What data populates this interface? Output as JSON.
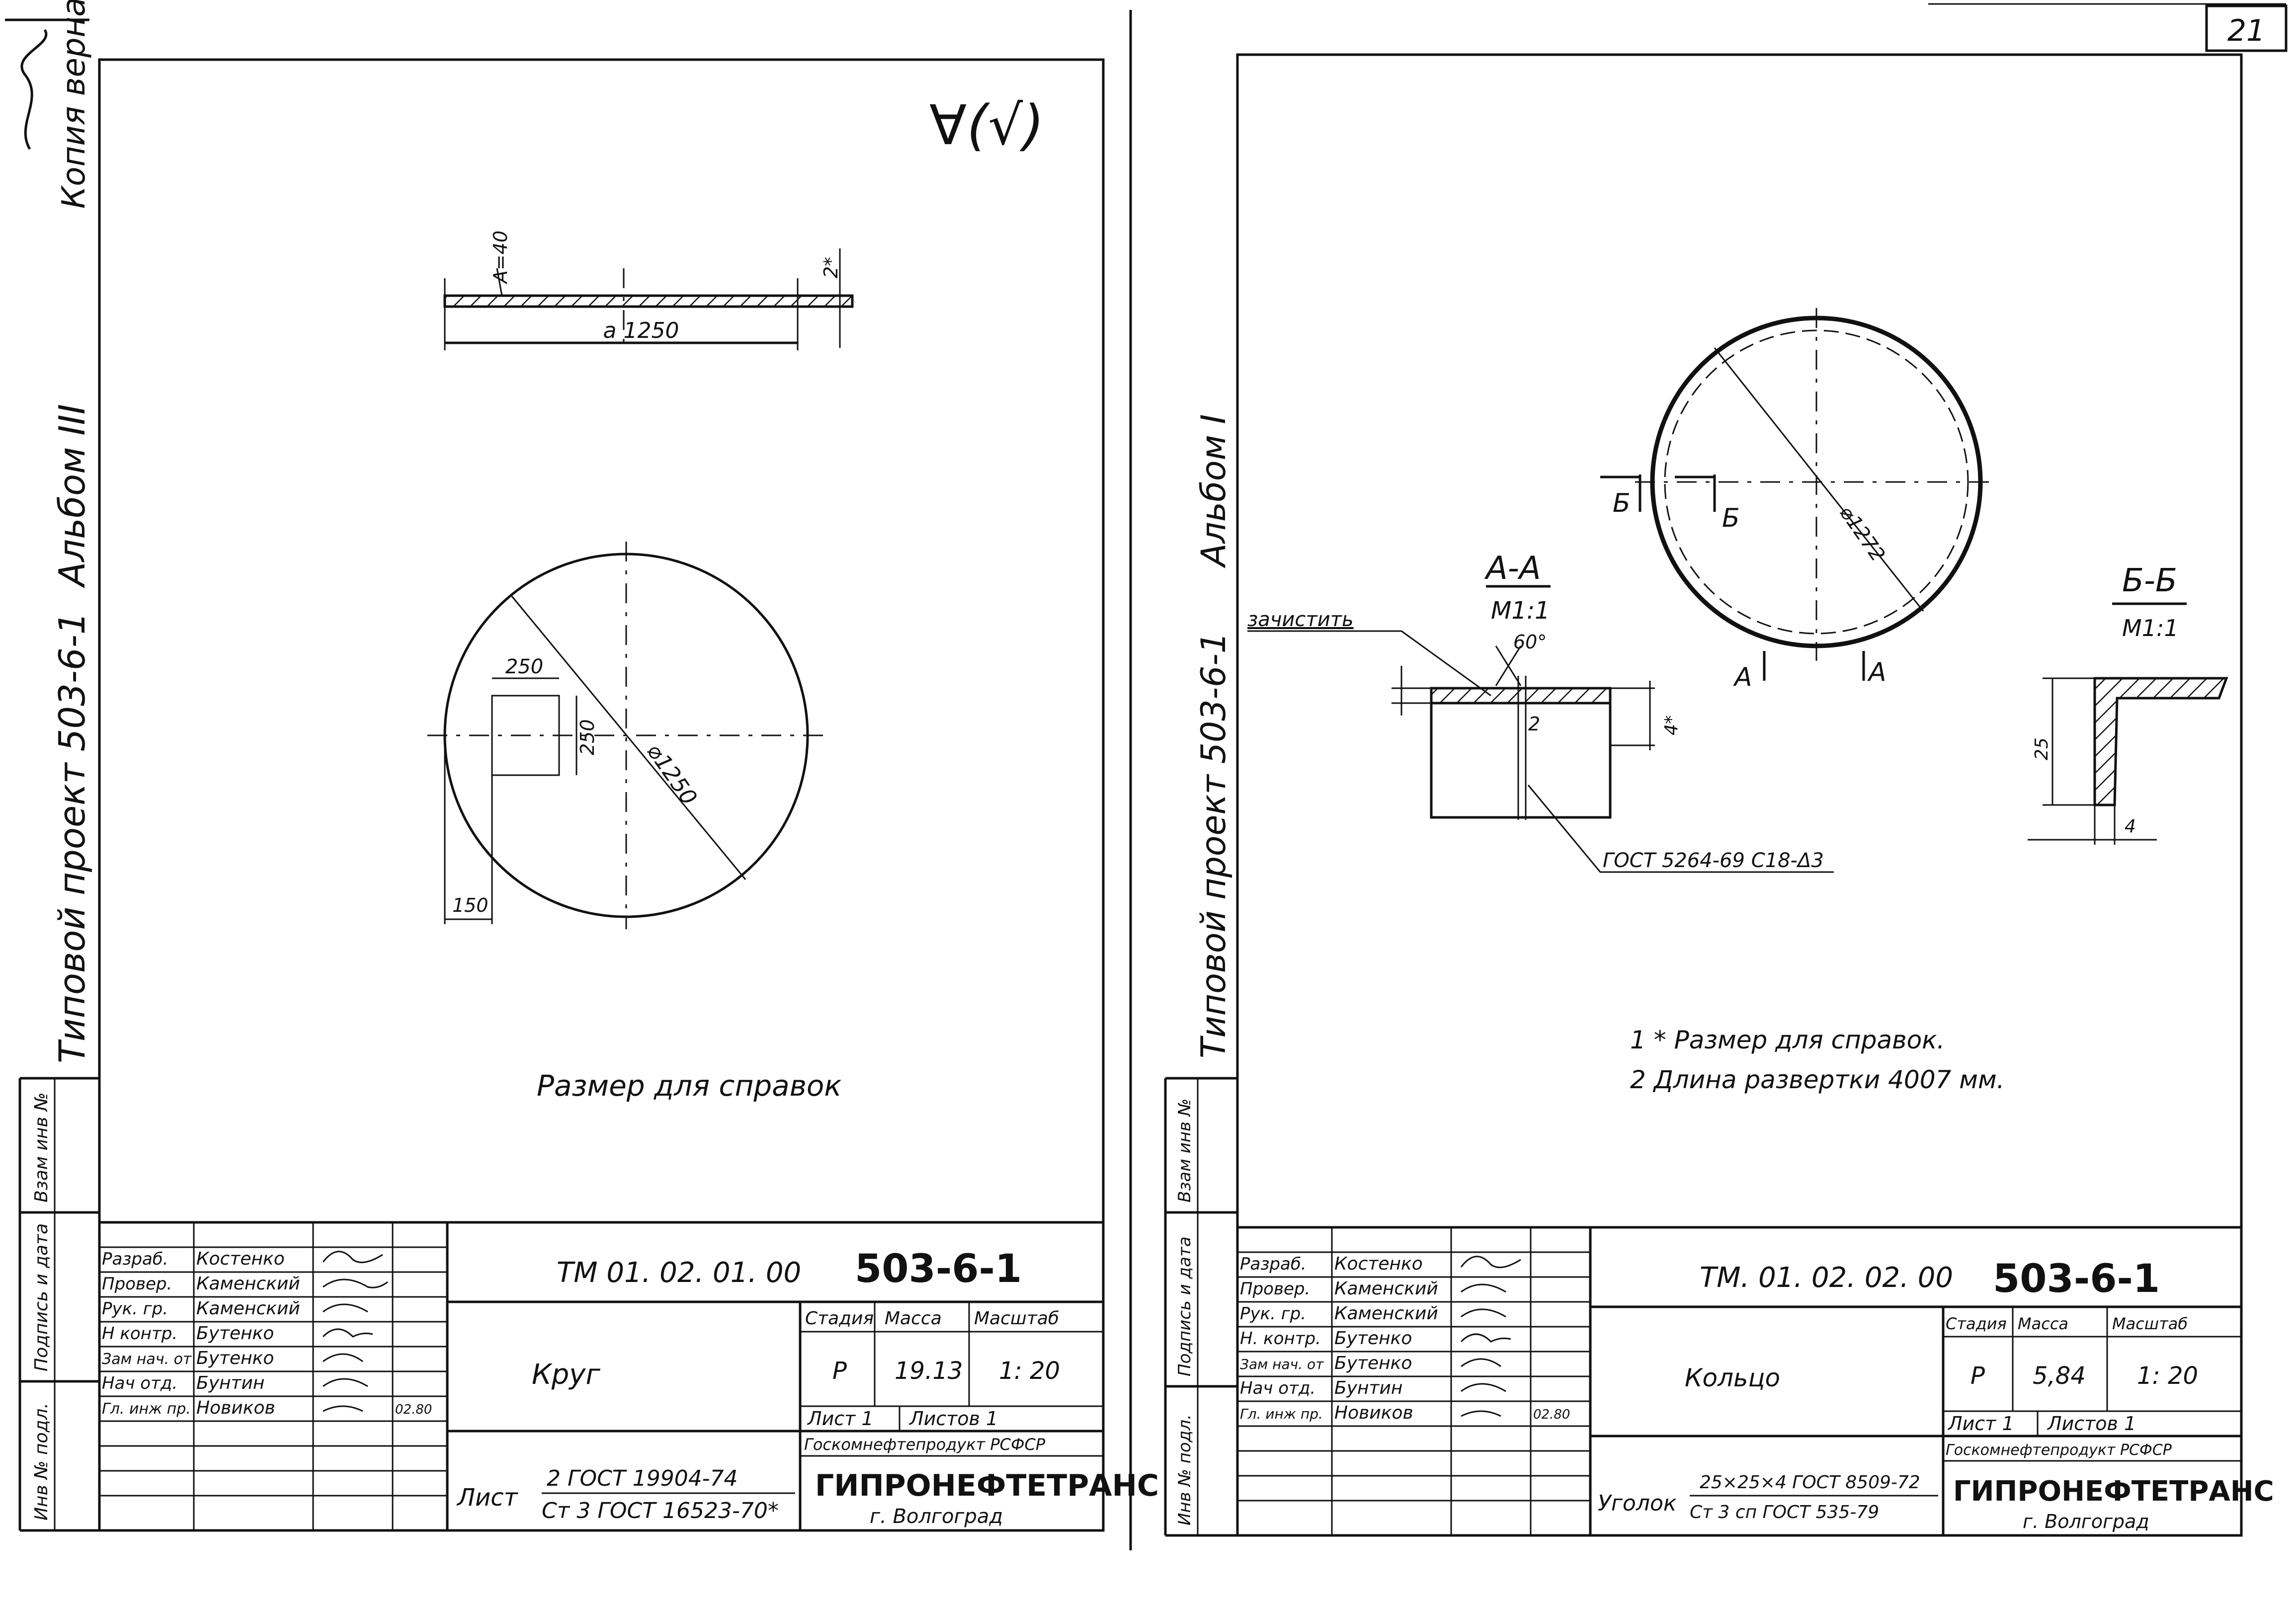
{
  "page_number": "21",
  "left_sheet": {
    "side": {
      "copy_label": "Копия верна",
      "album": "Альбом III",
      "project": "Типовой проект 503-6-1",
      "stamp_cells": [
        "Инв № подл.",
        "Подпись и дата",
        "Взам инв №"
      ]
    },
    "roughness_mark": "∀(√)",
    "dims": {
      "chamfer": "A=40",
      "thickness": "2*",
      "length": "a 1250",
      "square_w": "250",
      "square_h": "250",
      "diameter": "⌀1250",
      "offset": "150"
    },
    "note": "Размер для справок",
    "title_block": {
      "roles": [
        "Разраб.",
        "Провер.",
        "Рук. гр.",
        "Н контр.",
        "Зам нач. от",
        "Нач отд.",
        "Гл. инж пр."
      ],
      "names": [
        "Костенко",
        "Каменский",
        "Каменский",
        "Бутенко",
        "Бутенко",
        "Бунтин",
        "Новиков"
      ],
      "dates": [
        "",
        "",
        "",
        "",
        "",
        "",
        "02.80"
      ],
      "doc_code": "ТМ 01. 02. 01. 00",
      "project_code": "503-6-1",
      "part_name": "Круг",
      "stage_header": "Стадия",
      "mass_header": "Масса",
      "scale_header": "Масштаб",
      "stage": "Р",
      "mass": "19.13",
      "scale": "1: 20",
      "sheet_label": "Лист 1",
      "sheets_label": "Листов 1",
      "material_type": "Лист",
      "material_line1": "2 ГОСТ 19904-74",
      "material_line2": "Ст 3 ГОСТ 16523-70*",
      "org_line1": "Госкомнефтепродукт РСФСР",
      "org_name": "ГИПРОНЕФТЕТРАНС",
      "org_city": "г. Волгоград"
    }
  },
  "right_sheet": {
    "side": {
      "album": "Альбом I",
      "project": "Типовой проект 503-6-1",
      "stamp_cells": [
        "Инв № подл.",
        "Подпись и дата",
        "Взам инв №"
      ]
    },
    "section_bb_marks": [
      "Б",
      "Б"
    ],
    "section_aa_marks": [
      "А",
      "А"
    ],
    "ring_diameter": "⌀1272",
    "section_aa_title": "А-А",
    "section_aa_scale": "М1:1",
    "clean_label": "зачистить",
    "angle": "60°",
    "gap": "2",
    "depth": "4*",
    "weld_standard": "ГОСТ 5264-69 С18-Δ3",
    "section_bb_title": "Б-Б",
    "section_bb_scale": "М1:1",
    "angle_height": "25",
    "angle_thickness": "4",
    "notes": [
      "1 * Размер для справок.",
      "2 Длина развертки 4007 мм."
    ],
    "title_block": {
      "roles": [
        "Разраб.",
        "Провер.",
        "Рук. гр.",
        "Н. контр.",
        "Зам нач. от",
        "Нач отд.",
        "Гл. инж пр."
      ],
      "names": [
        "Костенко",
        "Каменский",
        "Каменский",
        "Бутенко",
        "Бутенко",
        "Бунтин",
        "Новиков"
      ],
      "dates": [
        "",
        "",
        "",
        "",
        "",
        "",
        "02.80"
      ],
      "doc_code": "ТМ. 01. 02. 02. 00",
      "project_code": "503-6-1",
      "part_name": "Кольцо",
      "stage_header": "Стадия",
      "mass_header": "Масса",
      "scale_header": "Масштаб",
      "stage": "Р",
      "mass": "5,84",
      "scale": "1: 20",
      "sheet_label": "Лист 1",
      "sheets_label": "Листов 1",
      "material_type": "Уголок",
      "material_line1": "25×25×4 ГОСТ 8509-72",
      "material_line2": "Ст 3 сп ГОСТ 535-79",
      "org_line1": "Госкомнефтепродукт РСФСР",
      "org_name": "ГИПРОНЕФТЕТРАНС",
      "org_city": "г. Волгоград"
    }
  }
}
